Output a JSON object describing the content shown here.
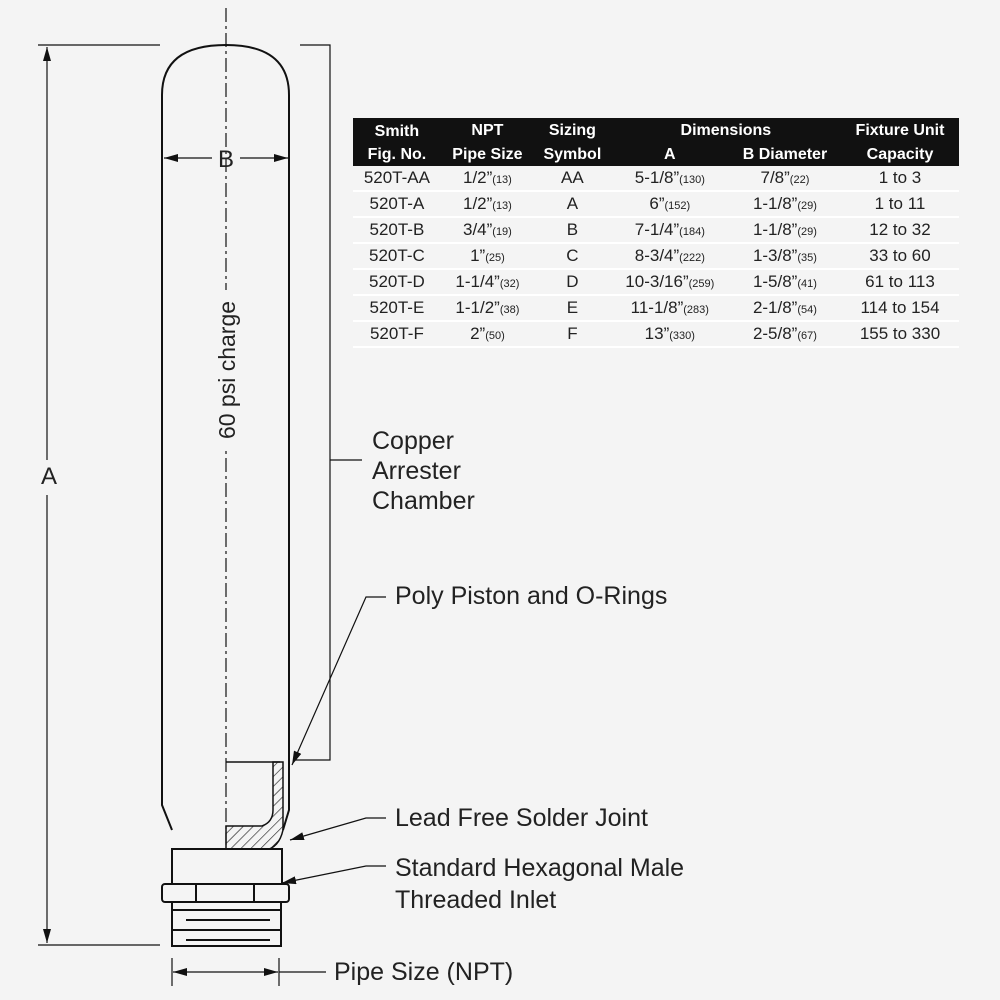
{
  "diagram": {
    "dimension_a": "A",
    "dimension_b": "B",
    "charge_label": "60 psi charge",
    "callouts": {
      "chamber": [
        "Copper",
        "Arrester",
        "Chamber"
      ],
      "piston": "Poly Piston and O-Rings",
      "solder": "Lead Free Solder Joint",
      "inlet": [
        "Standard Hexagonal Male",
        "Threaded Inlet"
      ],
      "pipe_size": "Pipe Size (NPT)"
    }
  },
  "table": {
    "headers_top": [
      "Smith",
      "NPT",
      "Sizing",
      "Dimensions",
      "Fixture Unit"
    ],
    "headers_bottom": [
      "Fig. No.",
      "Pipe Size",
      "Symbol",
      "A",
      "B Diameter",
      "Capacity"
    ],
    "rows": [
      {
        "fig": "520T-AA",
        "npt": "1/2”",
        "npt_mm": "(13)",
        "sym": "AA",
        "a": "5-1/8”",
        "a_mm": "(130)",
        "b": "7/8”",
        "b_mm": "(22)",
        "cap": "1 to 3"
      },
      {
        "fig": "520T-A",
        "npt": "1/2”",
        "npt_mm": "(13)",
        "sym": "A",
        "a": "6”",
        "a_mm": "(152)",
        "b": "1-1/8”",
        "b_mm": "(29)",
        "cap": "1 to 11"
      },
      {
        "fig": "520T-B",
        "npt": "3/4”",
        "npt_mm": "(19)",
        "sym": "B",
        "a": "7-1/4”",
        "a_mm": "(184)",
        "b": "1-1/8”",
        "b_mm": "(29)",
        "cap": "12 to 32"
      },
      {
        "fig": "520T-C",
        "npt": "1”",
        "npt_mm": "(25)",
        "sym": "C",
        "a": "8-3/4”",
        "a_mm": "(222)",
        "b": "1-3/8”",
        "b_mm": "(35)",
        "cap": "33 to 60"
      },
      {
        "fig": "520T-D",
        "npt": "1-1/4”",
        "npt_mm": "(32)",
        "sym": "D",
        "a": "10-3/16”",
        "a_mm": "(259)",
        "b": "1-5/8”",
        "b_mm": "(41)",
        "cap": "61 to 113"
      },
      {
        "fig": "520T-E",
        "npt": "1-1/2”",
        "npt_mm": "(38)",
        "sym": "E",
        "a": "11-1/8”",
        "a_mm": "(283)",
        "b": "2-1/8”",
        "b_mm": "(54)",
        "cap": "114 to 154"
      },
      {
        "fig": "520T-F",
        "npt": "2”",
        "npt_mm": "(50)",
        "sym": "F",
        "a": "13”",
        "a_mm": "(330)",
        "b": "2-5/8”",
        "b_mm": "(67)",
        "cap": "155 to 330"
      }
    ]
  }
}
